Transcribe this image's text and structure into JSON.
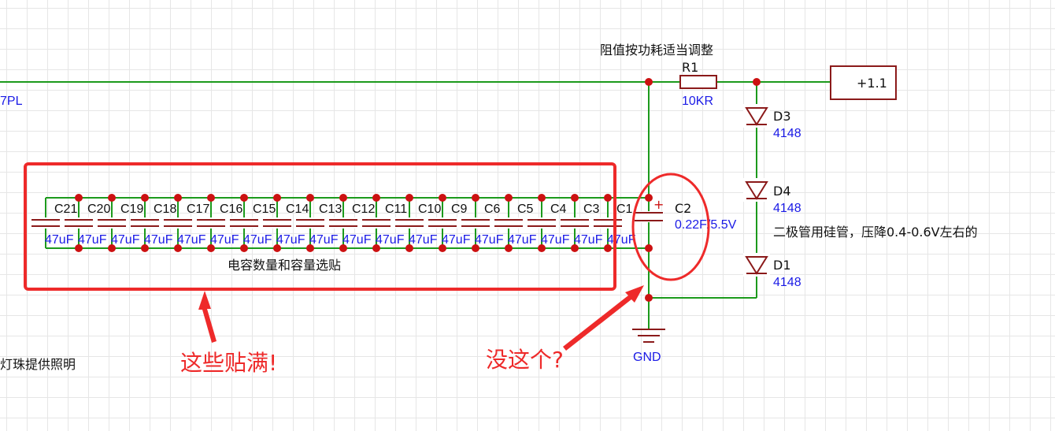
{
  "labels": {
    "net_partial": "7PL",
    "resistor_note": "阻值按功耗适当调整",
    "r1_ref": "R1",
    "r1_value": "10KR",
    "port": "+1.1",
    "d3_ref": "D3",
    "d3_value": "4148",
    "d4_ref": "D4",
    "d4_value": "4148",
    "d1_ref": "D1",
    "d1_value": "4148",
    "diode_note": "二极管用硅管，压降0.4-0.6V左右的",
    "c2_ref": "C2",
    "c2_value": "0.22F/5.5V",
    "c2_polarity": "+",
    "gnd": "GND",
    "cap_note": "电容数量和容量选贴",
    "lamp_note": "灯珠提供照明"
  },
  "capacitors": [
    {
      "ref": "C21",
      "value": "47uF"
    },
    {
      "ref": "C20",
      "value": "47uF"
    },
    {
      "ref": "C19",
      "value": "47uF"
    },
    {
      "ref": "C18",
      "value": "47uF"
    },
    {
      "ref": "C17",
      "value": "47uF"
    },
    {
      "ref": "C16",
      "value": "47uF"
    },
    {
      "ref": "C15",
      "value": "47uF"
    },
    {
      "ref": "C14",
      "value": "47uF"
    },
    {
      "ref": "C13",
      "value": "47uF"
    },
    {
      "ref": "C12",
      "value": "47uF"
    },
    {
      "ref": "C11",
      "value": "47uF"
    },
    {
      "ref": "C10",
      "value": "47uF"
    },
    {
      "ref": "C9",
      "value": "47uF"
    },
    {
      "ref": "C6",
      "value": "47uF"
    },
    {
      "ref": "C5",
      "value": "47uF"
    },
    {
      "ref": "C4",
      "value": "47uF"
    },
    {
      "ref": "C3",
      "value": "47uF"
    },
    {
      "ref": "C1",
      "value": "47uF"
    }
  ],
  "annotations": {
    "fill_all": "这些贴满!",
    "missing": "没这个?"
  },
  "colors": {
    "wire": "#1c9a1c",
    "component": "#8b1a1a",
    "junction": "#cc1111",
    "annotation": "#ee2a2a",
    "value_text": "#1a1ae6"
  }
}
